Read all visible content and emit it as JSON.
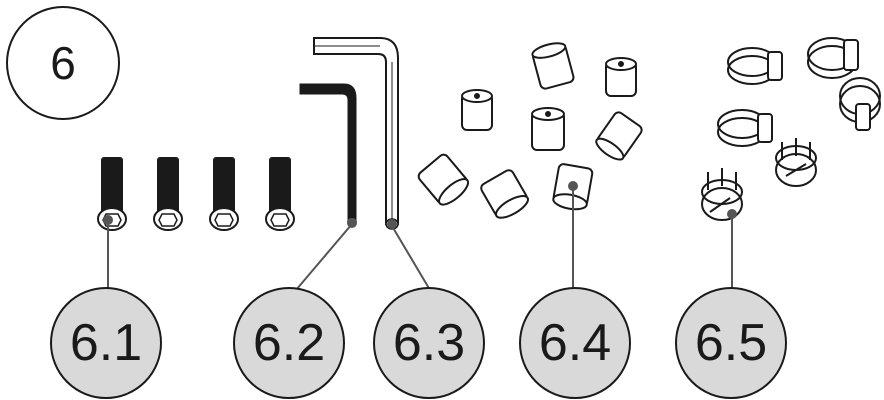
{
  "section_label": "6",
  "callouts": [
    {
      "id": "6.1",
      "text": "6.1",
      "part": "cap-screws"
    },
    {
      "id": "6.2",
      "text": "6.2",
      "part": "hex-key-small"
    },
    {
      "id": "6.3",
      "text": "6.3",
      "part": "hex-key-large"
    },
    {
      "id": "6.4",
      "text": "6.4",
      "part": "end-caps"
    },
    {
      "id": "6.5",
      "text": "6.5",
      "part": "hose-clips"
    }
  ],
  "colors": {
    "callout_fill": "#d9d9d9",
    "line": "#1a1a1a",
    "part_dark": "#1a1a1a",
    "leader": "#555555"
  }
}
